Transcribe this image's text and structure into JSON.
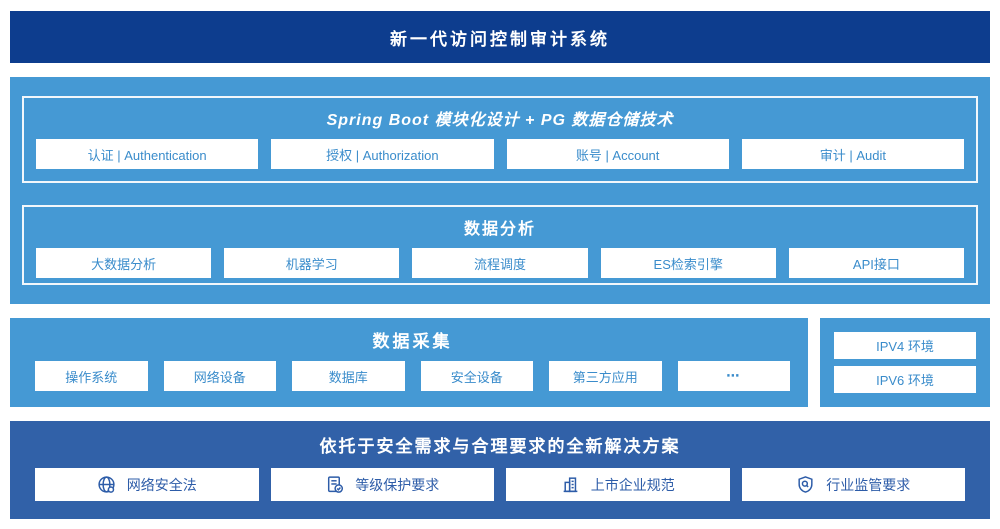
{
  "colors": {
    "banner_bg": "#0d3d8e",
    "light_blue_bg": "#4599d4",
    "solution_bg": "#3161a8",
    "box_text_blue": "#3a8ccb",
    "solution_text_blue": "#2d5ca8",
    "white": "#ffffff"
  },
  "banner": {
    "title": "新一代访问控制审计系统"
  },
  "platform": {
    "title": "Spring Boot 模块化设计 + PG 数据仓储技术",
    "modules": [
      "认证 | Authentication",
      "授权 | Authorization",
      "账号 | Account",
      "审计 | Audit"
    ]
  },
  "analysis": {
    "title": "数据分析",
    "modules": [
      "大数据分析",
      "机器学习",
      "流程调度",
      "ES检索引擎",
      "API接口"
    ]
  },
  "collection": {
    "title": "数据采集",
    "modules": [
      "操作系统",
      "网络设备",
      "数据库",
      "安全设备",
      "第三方应用",
      "⋯"
    ]
  },
  "environments": {
    "items": [
      "IPV4 环境",
      "IPV6 环境"
    ]
  },
  "solution": {
    "title": "依托于安全需求与合理要求的全新解决方案",
    "items": [
      {
        "icon": "globe-icon",
        "label": "网络安全法"
      },
      {
        "icon": "document-check-icon",
        "label": "等级保护要求"
      },
      {
        "icon": "building-icon",
        "label": "上市企业规范"
      },
      {
        "icon": "shield-search-icon",
        "label": "行业监管要求"
      }
    ]
  }
}
